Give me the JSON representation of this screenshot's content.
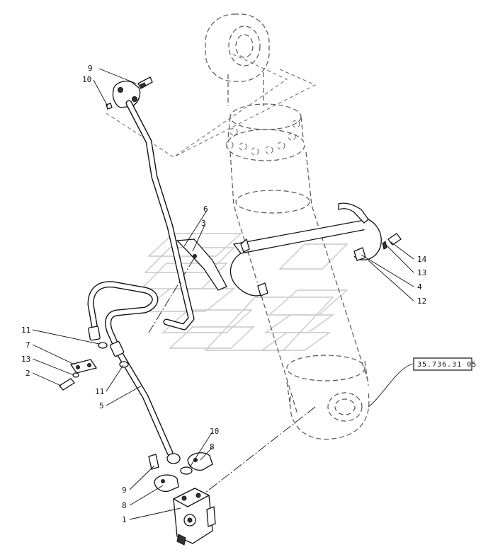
{
  "callouts": {
    "c9_top": "9",
    "c10_top": "10",
    "c6": "6",
    "c3": "3",
    "c14": "14",
    "c13_right": "13",
    "c4": "4",
    "c12": "12",
    "c11_left": "11",
    "c7": "7",
    "c13_left": "13",
    "c2": "2",
    "c11_mid": "11",
    "c5": "5",
    "c10_bottom": "10",
    "c8_right": "8",
    "c9_bottom": "9",
    "c8_bottom": "8",
    "c1": "1"
  },
  "reference": {
    "label": "35.736.31 05"
  }
}
